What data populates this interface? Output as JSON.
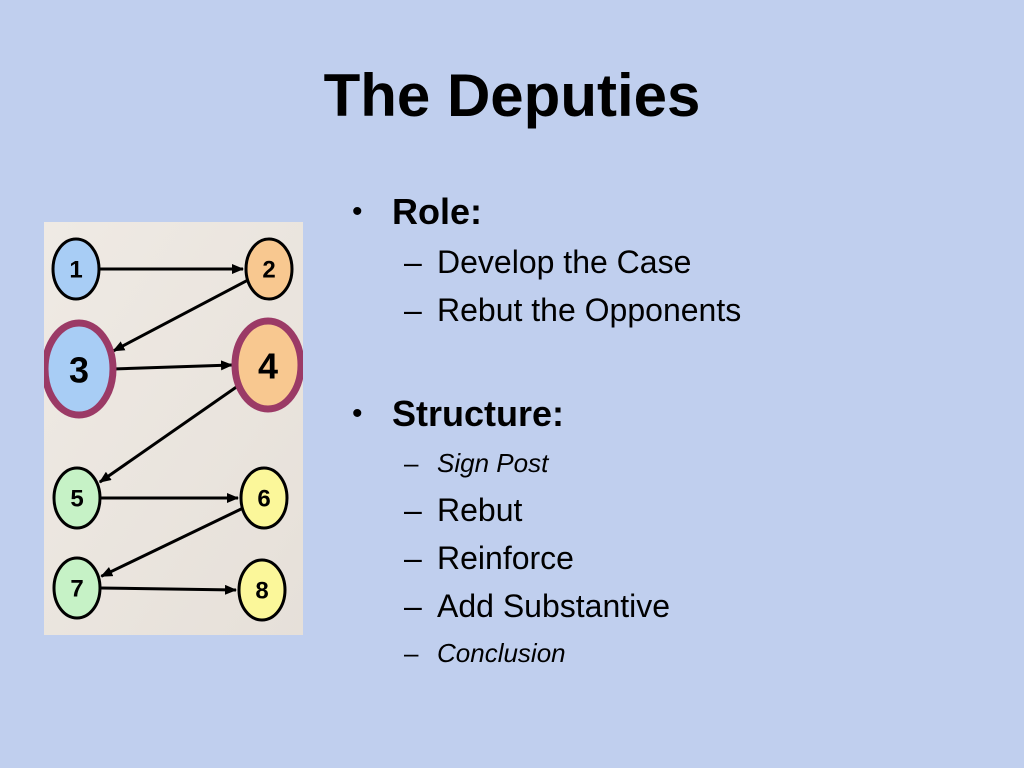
{
  "slide": {
    "title": "The Deputies"
  },
  "diagram": {
    "nodes": [
      {
        "id": "1",
        "label": "1",
        "fill": "#a8cdf5",
        "highlighted": false
      },
      {
        "id": "2",
        "label": "2",
        "fill": "#f8c890",
        "highlighted": false
      },
      {
        "id": "3",
        "label": "3",
        "fill": "#a8cdf5",
        "highlighted": true
      },
      {
        "id": "4",
        "label": "4",
        "fill": "#f8c890",
        "highlighted": true
      },
      {
        "id": "5",
        "label": "5",
        "fill": "#c6f2c6",
        "highlighted": false
      },
      {
        "id": "6",
        "label": "6",
        "fill": "#fbf79a",
        "highlighted": false
      },
      {
        "id": "7",
        "label": "7",
        "fill": "#c6f2c6",
        "highlighted": false
      },
      {
        "id": "8",
        "label": "8",
        "fill": "#fbf79a",
        "highlighted": false
      }
    ],
    "edges": [
      {
        "from": "1",
        "to": "2"
      },
      {
        "from": "2",
        "to": "3"
      },
      {
        "from": "3",
        "to": "4"
      },
      {
        "from": "4",
        "to": "5"
      },
      {
        "from": "5",
        "to": "6"
      },
      {
        "from": "6",
        "to": "7"
      },
      {
        "from": "7",
        "to": "8"
      }
    ],
    "colors": {
      "panel": "#ece7e1",
      "highlight_ring": "#9b3a66",
      "stroke": "#000000"
    }
  },
  "bullets": {
    "role": {
      "bullet": "•",
      "heading": "Role:",
      "items": [
        {
          "dash": "–",
          "text": "Develop the Case"
        },
        {
          "dash": "–",
          "text": "Rebut the Opponents"
        }
      ]
    },
    "structure": {
      "bullet": "•",
      "heading": "Structure:",
      "items": [
        {
          "dash": "–",
          "text": "Sign Post"
        },
        {
          "dash": "–",
          "text": "Rebut"
        },
        {
          "dash": "–",
          "text": "Reinforce"
        },
        {
          "dash": "–",
          "text": "Add Substantive"
        },
        {
          "dash": "–",
          "text": "Conclusion"
        }
      ]
    }
  }
}
